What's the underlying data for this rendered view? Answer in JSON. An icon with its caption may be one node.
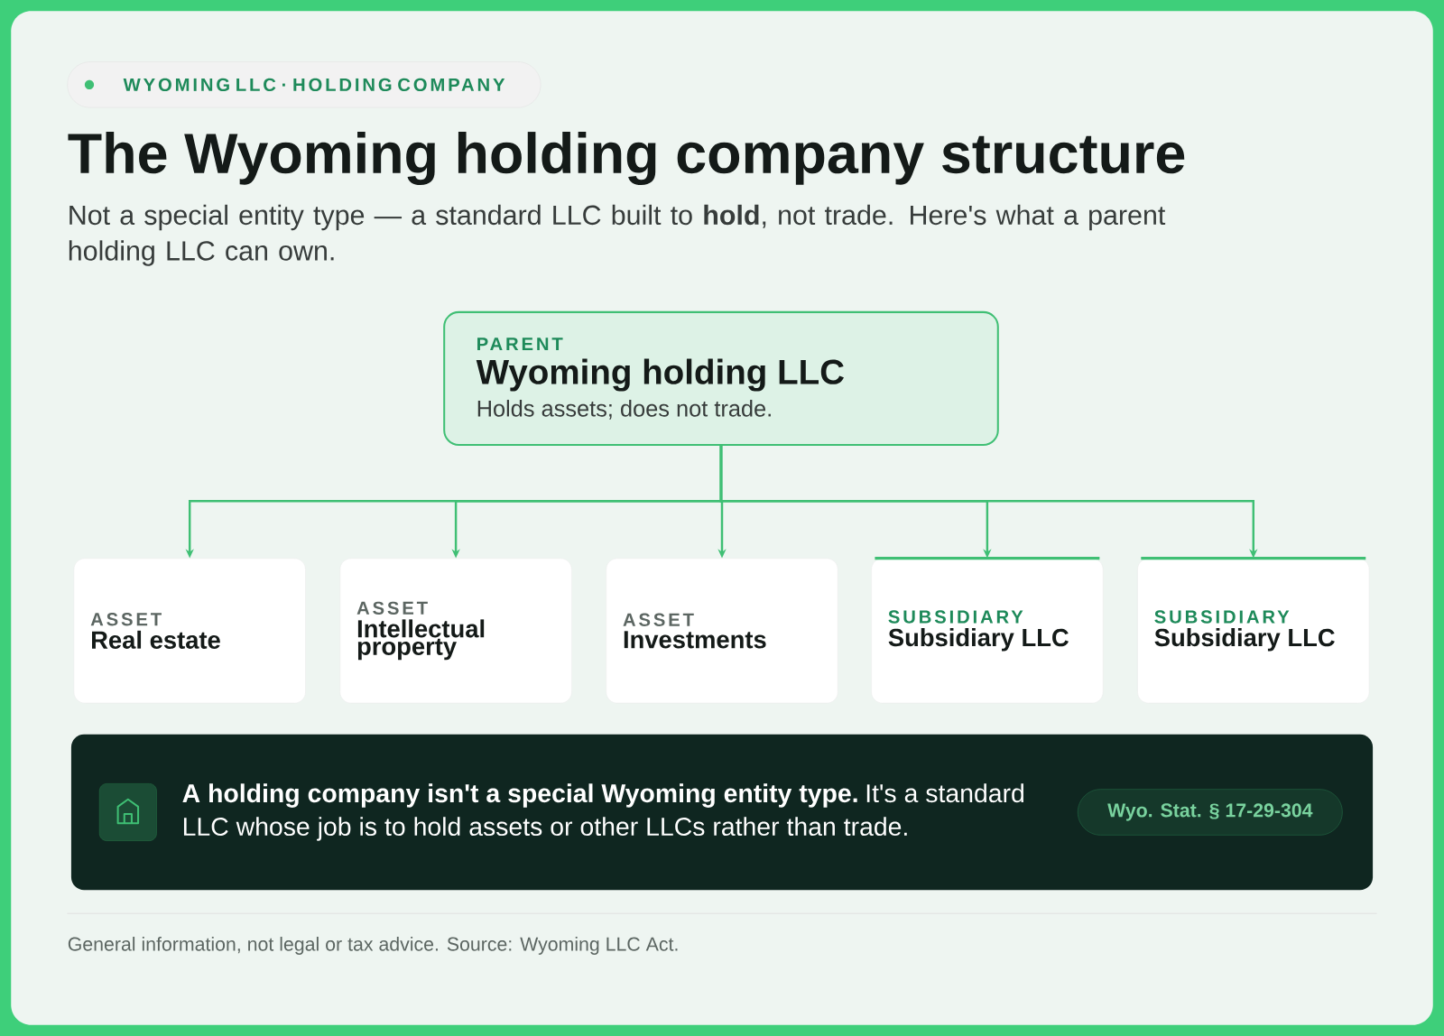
{
  "diagram": {
    "title": "The Wyoming holding company structure",
    "nodes": [
      {
        "text": [
          "PARENT",
          "Wyoming holding LLC",
          "Holds assets; does not trade."
        ]
      },
      {
        "text": [
          "ASSET",
          "Real estate"
        ]
      },
      {
        "text": [
          "ASSET",
          "Intellectual property"
        ]
      },
      {
        "text": [
          "ASSET",
          "Investments"
        ]
      },
      {
        "text": [
          "SUBSIDIARY",
          "Subsidiary LLC"
        ]
      },
      {
        "text": [
          "SUBSIDIARY",
          "Subsidiary LLC"
        ]
      },
      {
        "text": [
          "**A holding company isn't a special Wyoming entity type.** It's a standard LLC whose job is to hold assets or other LLCs rather than trade."
        ]
      },
      {
        "text": [
          "Wyo. Stat. § 17-29-304"
        ],
        "in": 6
      }
    ],
    "edges": [
      {
        "from": 0,
        "to": 1,
        "arrow": "to"
      },
      {
        "from": 0,
        "to": 2,
        "arrow": "to"
      },
      {
        "from": 0,
        "to": 3,
        "arrow": "to"
      },
      {
        "from": 0,
        "to": 4,
        "arrow": "to"
      },
      {
        "from": 0,
        "to": 5,
        "arrow": "to"
      }
    ],
    "labels": [
      "WYOMING LLC · HOLDING COMPANY",
      "Not a special entity type — a standard LLC built to **hold**, not trade. Here's what a parent holding LLC can own.",
      "General information, not legal or tax advice. Source: Wyoming LLC Act."
    ]
  }
}
